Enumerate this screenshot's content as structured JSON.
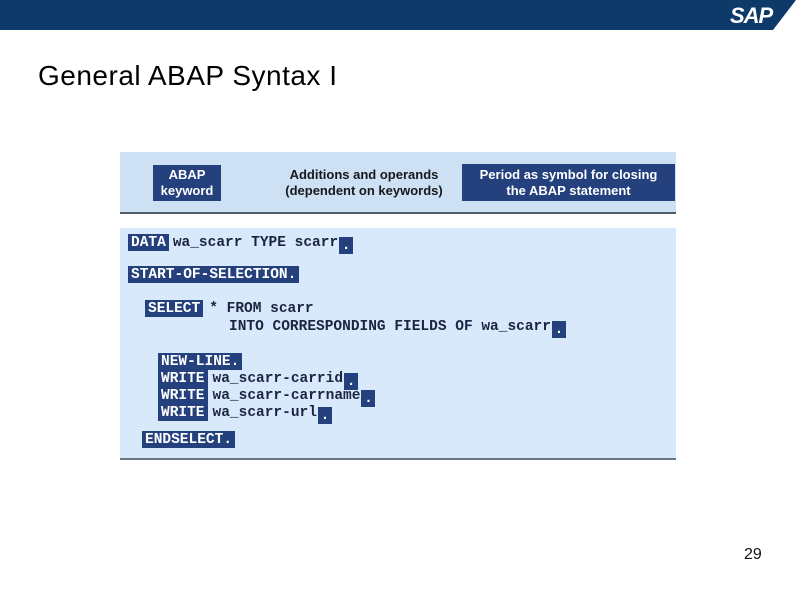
{
  "slide": {
    "title": "General ABAP Syntax I",
    "page_number": "29",
    "logo_text": "SAP"
  },
  "colors": {
    "brand_bar": "#0d3a69",
    "keyword_box": "#24417e",
    "legend_band_bg": "#cde0f4",
    "code_panel_bg": "#d8e9fc",
    "code_text": "#1c2441"
  },
  "legend": {
    "keyword_box_line1": "ABAP",
    "keyword_box_line2": "keyword",
    "additions_line1": "Additions and operands",
    "additions_line2": "(dependent on keywords)",
    "period_box_line1": "Period as symbol for closing",
    "period_box_line2": "the ABAP statement"
  },
  "code": {
    "line1": {
      "keyword": "DATA",
      "operands": "wa_scarr TYPE scarr",
      "period": "."
    },
    "line2": {
      "keyword": "START-OF-SELECTION."
    },
    "line3": {
      "keyword": "SELECT",
      "operands": "* FROM scarr"
    },
    "line4": {
      "operands": "INTO CORRESPONDING FIELDS OF wa_scarr",
      "period": "."
    },
    "line5": {
      "keyword": "NEW-LINE."
    },
    "line6": {
      "keyword": "WRITE",
      "operands": "wa_scarr-carrid",
      "period": "."
    },
    "line7": {
      "keyword": "WRITE",
      "operands": "wa_scarr-carrname",
      "period": "."
    },
    "line8": {
      "keyword": "WRITE",
      "operands": "wa_scarr-url",
      "period": "."
    },
    "line9": {
      "keyword": "ENDSELECT."
    }
  }
}
